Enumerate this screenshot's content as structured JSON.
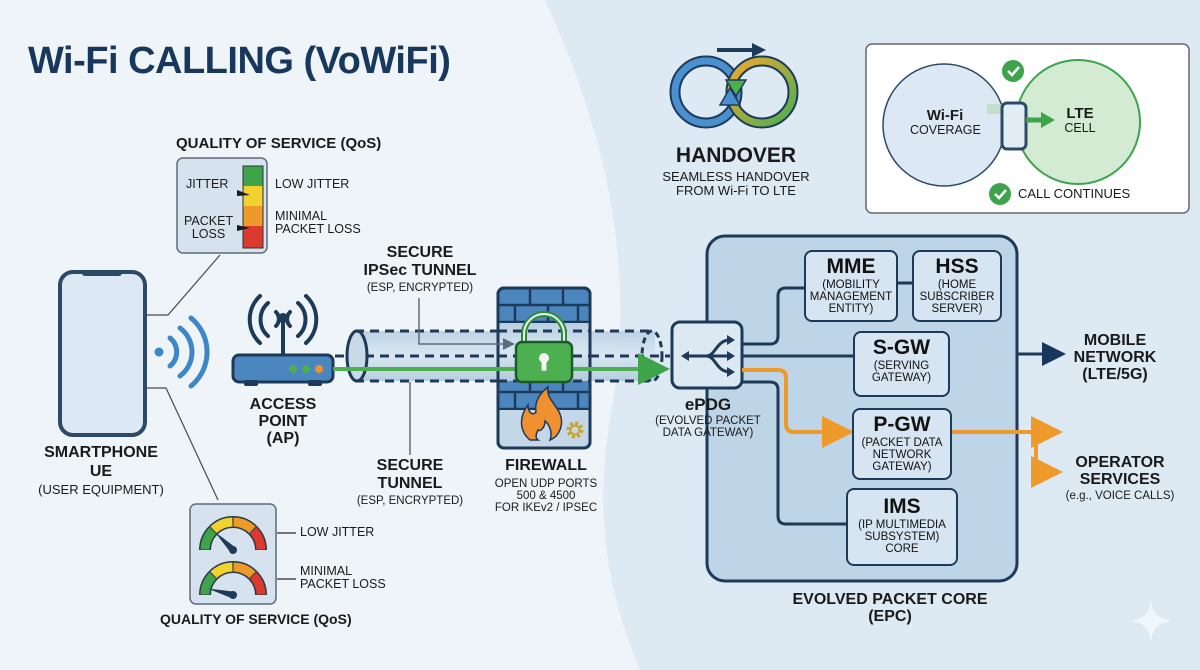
{
  "title": "Wi-Fi CALLING (VoWiFi)",
  "colors": {
    "navy": "#17385c",
    "green": "#3ea34a",
    "orange": "#ee9a2b",
    "red": "#dc3a2f",
    "yellow": "#f2d22e",
    "blue": "#3f86c6",
    "epc_fill": "#bed4e7",
    "panel_bg": "#e9f1f8"
  },
  "qos_top": {
    "heading": "QUALITY OF SERVICE (QoS)",
    "jitter_label": "JITTER",
    "packet_label_1": "PACKET",
    "packet_label_2": "LOSS",
    "low_jitter": "LOW JITTER",
    "minimal_1": "MINIMAL",
    "minimal_2": "PACKET LOSS"
  },
  "qos_bottom": {
    "heading": "QUALITY OF SERVICE (QoS)",
    "low_jitter": "LOW JITTER",
    "minimal_1": "MINIMAL",
    "minimal_2": "PACKET LOSS"
  },
  "smartphone": {
    "line1": "SMARTPHONE",
    "line2": "UE",
    "line3": "(USER EQUIPMENT)"
  },
  "access_point": {
    "line1": "ACCESS",
    "line2": "POINT",
    "line3": "(AP)"
  },
  "ipsec_tunnel": {
    "line1": "SECURE",
    "line2": "IPSec TUNNEL",
    "line3": "(ESP, ENCRYPTED)"
  },
  "secure_tunnel": {
    "line1": "SECURE",
    "line2": "TUNNEL",
    "line3": "(ESP, ENCRYPTED)"
  },
  "firewall": {
    "title": "FIREWALL",
    "line1": "OPEN UDP PORTS",
    "line2": "500 & 4500",
    "line3": "FOR IKEv2 / IPSEC"
  },
  "handover": {
    "title": "HANDOVER",
    "line1": "SEAMLESS HANDOVER",
    "line2": "FROM Wi-Fi TO LTE"
  },
  "coverage_panel": {
    "wifi_title": "Wi-Fi",
    "wifi_sub": "COVERAGE",
    "lte_title": "LTE",
    "lte_sub": "CELL",
    "call_continues": "CALL CONTINUES"
  },
  "epdg": {
    "title": "ePDG",
    "line1": "(EVOLVED PACKET",
    "line2": "DATA GATEWAY)"
  },
  "epc": {
    "title_1": "EVOLVED PACKET CORE",
    "title_2": "(EPC)",
    "nodes": [
      {
        "id": "mme",
        "title": "MME",
        "sub": [
          "(MOBILITY",
          "MANAGEMENT",
          "ENTITY)"
        ]
      },
      {
        "id": "hss",
        "title": "HSS",
        "sub": [
          "(HOME",
          "SUBSCRIBER",
          "SERVER)"
        ]
      },
      {
        "id": "sgw",
        "title": "S-GW",
        "sub": [
          "(SERVING",
          "GATEWAY)"
        ]
      },
      {
        "id": "pgw",
        "title": "P-GW",
        "sub": [
          "(PACKET DATA",
          "NETWORK",
          "GATEWAY)"
        ]
      },
      {
        "id": "ims",
        "title": "IMS",
        "sub": [
          "(IP MULTIMEDIA",
          "SUBSYSTEM)",
          "CORE"
        ]
      }
    ]
  },
  "mobile_network": {
    "line1": "MOBILE",
    "line2": "NETWORK",
    "line3": "(LTE/5G)"
  },
  "operator_services": {
    "line1": "OPERATOR",
    "line2": "SERVICES",
    "line3": "(e.g., VOICE CALLS)"
  },
  "gauges": {
    "jitter_needle_fraction": 0.25,
    "packet_loss_needle_fraction": 0.08
  }
}
